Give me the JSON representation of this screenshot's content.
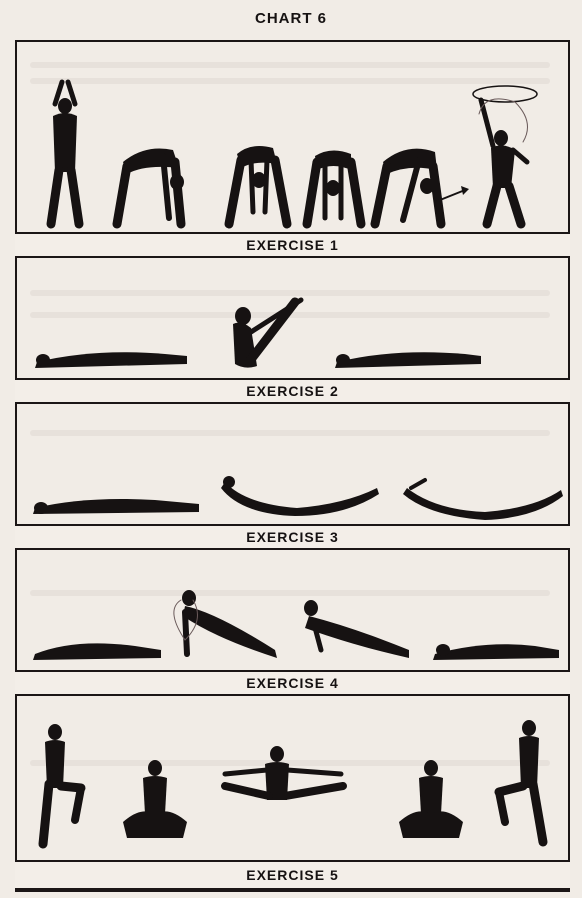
{
  "chart": {
    "title": "CHART 6"
  },
  "exercises": [
    {
      "label": "EXERCISE 1"
    },
    {
      "label": "EXERCISE 2"
    },
    {
      "label": "EXERCISE 3"
    },
    {
      "label": "EXERCISE 4"
    },
    {
      "label": "EXERCISE 5"
    }
  ],
  "colors": {
    "ink": "#161212",
    "paper": "#f1ece6"
  }
}
